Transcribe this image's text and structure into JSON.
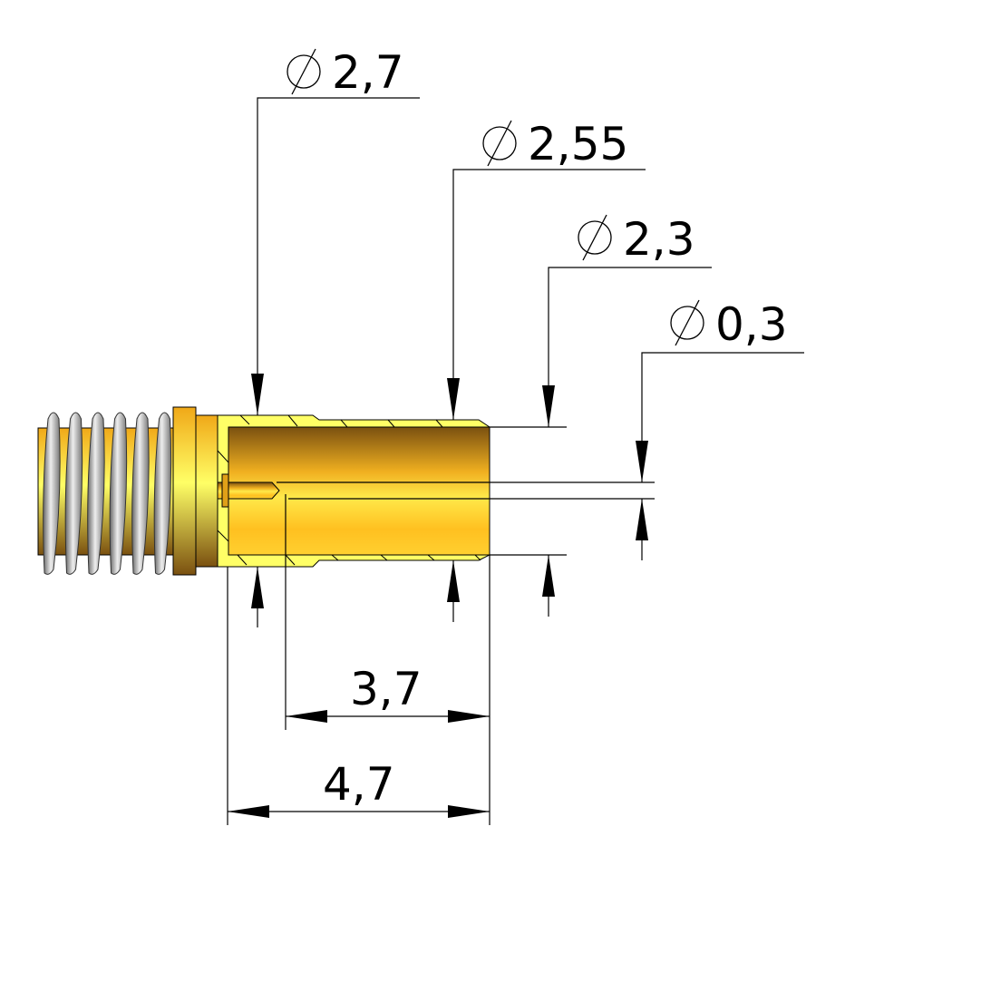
{
  "drawing": {
    "dimensions": {
      "dia_outer": {
        "symbol": "⌀",
        "value": "2,7"
      },
      "dia_body": {
        "symbol": "⌀",
        "value": "2,55"
      },
      "dia_bore": {
        "symbol": "⌀",
        "value": "2,3"
      },
      "dia_pin": {
        "symbol": "⌀",
        "value": "0,3"
      },
      "len_bore": {
        "value": "3,7"
      },
      "len_total": {
        "value": "4,7"
      }
    },
    "colors": {
      "gold": "#FFC125",
      "gold_dark": "#8A5A10",
      "hatch": "#FFFF66",
      "spring": "#A8A8A8"
    }
  }
}
